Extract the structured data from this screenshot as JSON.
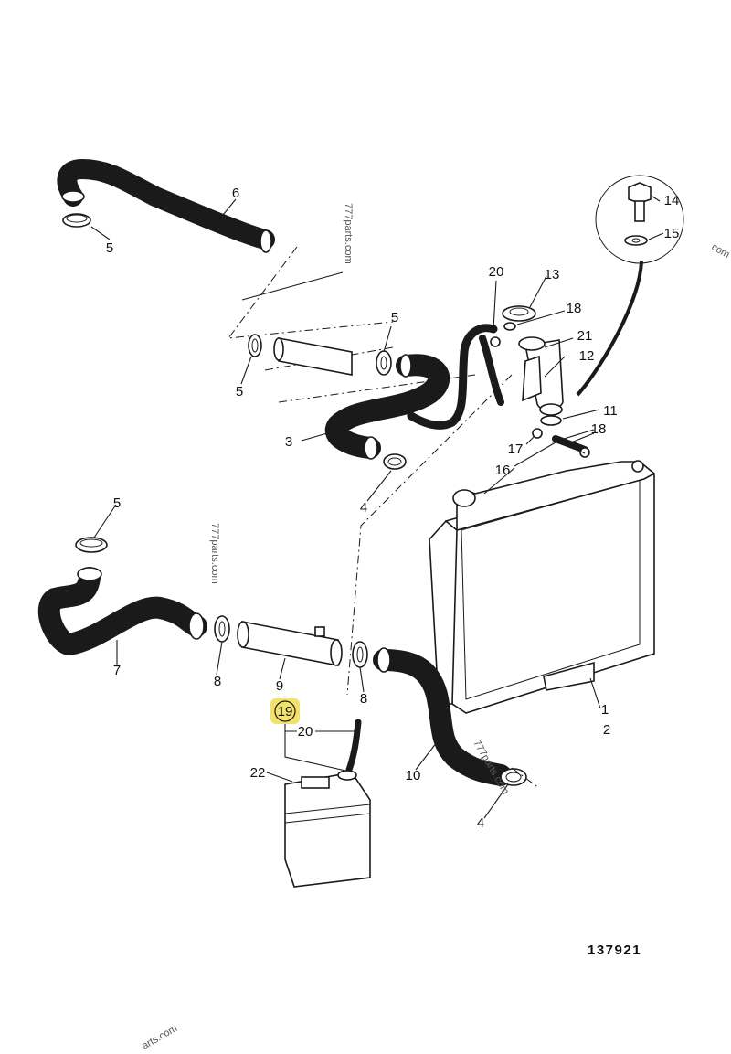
{
  "diagram": {
    "figure_number": "137921",
    "highlight_color": "#f3e26a",
    "ink_color": "#1a1a1a",
    "watermarks": [
      "777parts.com",
      "777parts.com",
      "777parts.com",
      "com",
      "arts.com"
    ],
    "callouts": [
      {
        "id": "c1",
        "label": "1"
      },
      {
        "id": "c2",
        "label": "2"
      },
      {
        "id": "c3",
        "label": "3"
      },
      {
        "id": "c4a",
        "label": "4"
      },
      {
        "id": "c4b",
        "label": "4"
      },
      {
        "id": "c5a",
        "label": "5"
      },
      {
        "id": "c5b",
        "label": "5"
      },
      {
        "id": "c5c",
        "label": "5"
      },
      {
        "id": "c5d",
        "label": "5"
      },
      {
        "id": "c6",
        "label": "6"
      },
      {
        "id": "c7",
        "label": "7"
      },
      {
        "id": "c8a",
        "label": "8"
      },
      {
        "id": "c8b",
        "label": "8"
      },
      {
        "id": "c9",
        "label": "9"
      },
      {
        "id": "c10",
        "label": "10"
      },
      {
        "id": "c11",
        "label": "11"
      },
      {
        "id": "c12",
        "label": "12"
      },
      {
        "id": "c13",
        "label": "13"
      },
      {
        "id": "c14",
        "label": "14"
      },
      {
        "id": "c15",
        "label": "15"
      },
      {
        "id": "c16",
        "label": "16"
      },
      {
        "id": "c17",
        "label": "17"
      },
      {
        "id": "c18a",
        "label": "18"
      },
      {
        "id": "c18b",
        "label": "18"
      },
      {
        "id": "c19",
        "label": "19"
      },
      {
        "id": "c20a",
        "label": "20"
      },
      {
        "id": "c20b",
        "label": "20"
      },
      {
        "id": "c21",
        "label": "21"
      },
      {
        "id": "c22",
        "label": "22"
      }
    ]
  }
}
